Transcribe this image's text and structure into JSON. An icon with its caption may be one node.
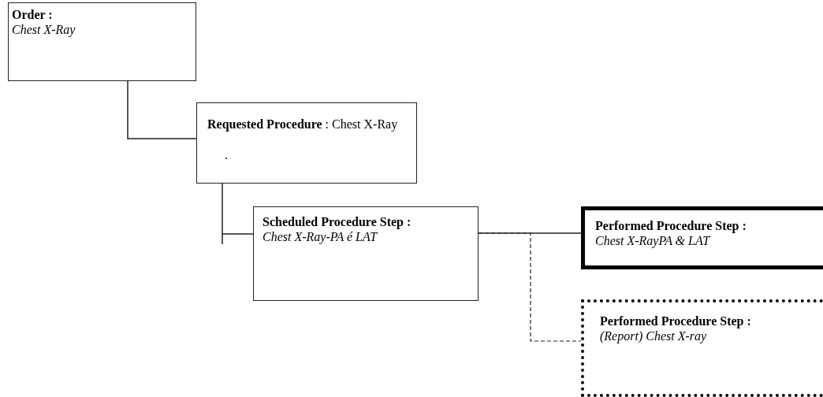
{
  "diagram": {
    "nodes": [
      {
        "text": [
          "Order :",
          "Chest X-Ray"
        ]
      },
      {
        "text": [
          "**Requested Procedure** : Chest X-Ray",
          "."
        ]
      },
      {
        "text": [
          "Scheduled Procedure Step :",
          "Chest X-Ray-PA é LAT"
        ]
      },
      {
        "text": [
          "Performed Procedure Step :",
          "Chest X-RayPA & LAT"
        ]
      },
      {
        "text": [
          "Performed Procedure Step :",
          "(Report) Chest X-ray"
        ]
      }
    ],
    "edges": [
      {
        "from": 0,
        "to": 1,
        "arrow": "none"
      },
      {
        "from": 1,
        "to": 2,
        "arrow": "none"
      },
      {
        "from": 2,
        "to": 3,
        "arrow": "none"
      },
      {
        "from": 2,
        "to": 4,
        "arrow": "none",
        "style": "dashed"
      }
    ]
  }
}
